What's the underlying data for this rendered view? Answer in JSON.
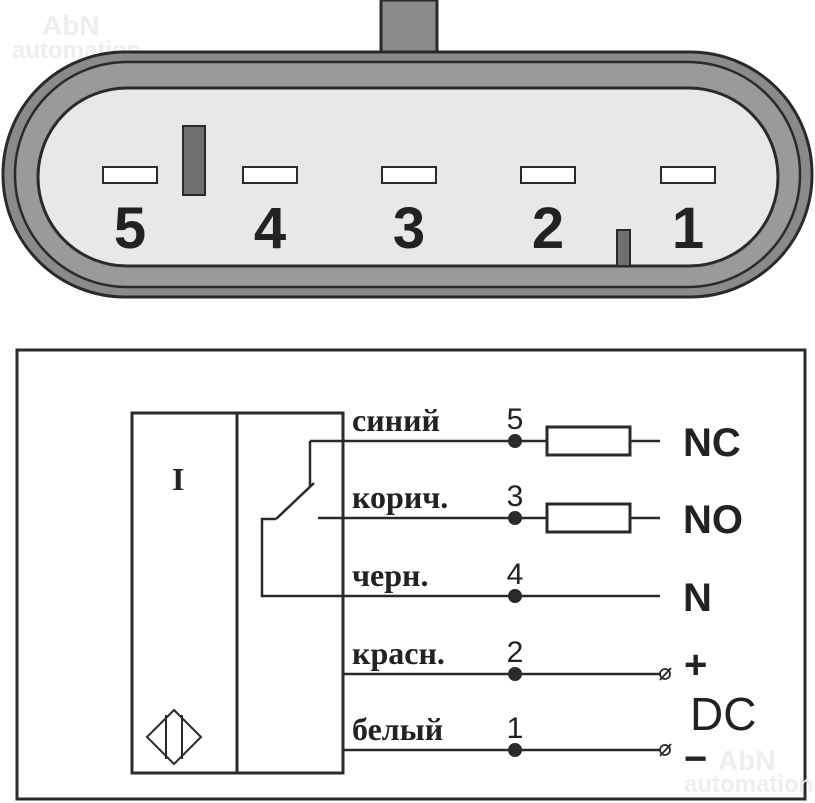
{
  "watermark": {
    "line1": "AbN",
    "line2": "automation"
  },
  "connector": {
    "pins": [
      {
        "label": "5"
      },
      {
        "label": "4"
      },
      {
        "label": "3"
      },
      {
        "label": "2"
      },
      {
        "label": "1"
      }
    ],
    "colors": {
      "shell": "#8a8a8a",
      "face": "#e8e8e8",
      "outline": "#2a2a2a",
      "key": "#6f6f6f"
    }
  },
  "schematic": {
    "sensor_symbol": "I",
    "wires": [
      {
        "color_label": "синий",
        "pin": "5",
        "signal": "NC",
        "load": true
      },
      {
        "color_label": "корич.",
        "pin": "3",
        "signal": "NO",
        "load": true
      },
      {
        "color_label": "черн.",
        "pin": "4",
        "signal": "N",
        "load": false
      },
      {
        "color_label": "красн.",
        "pin": "2",
        "signal": "+",
        "load": false
      },
      {
        "color_label": "белый",
        "pin": "1",
        "signal": "−",
        "load": false
      }
    ],
    "supply_label": "DC"
  }
}
